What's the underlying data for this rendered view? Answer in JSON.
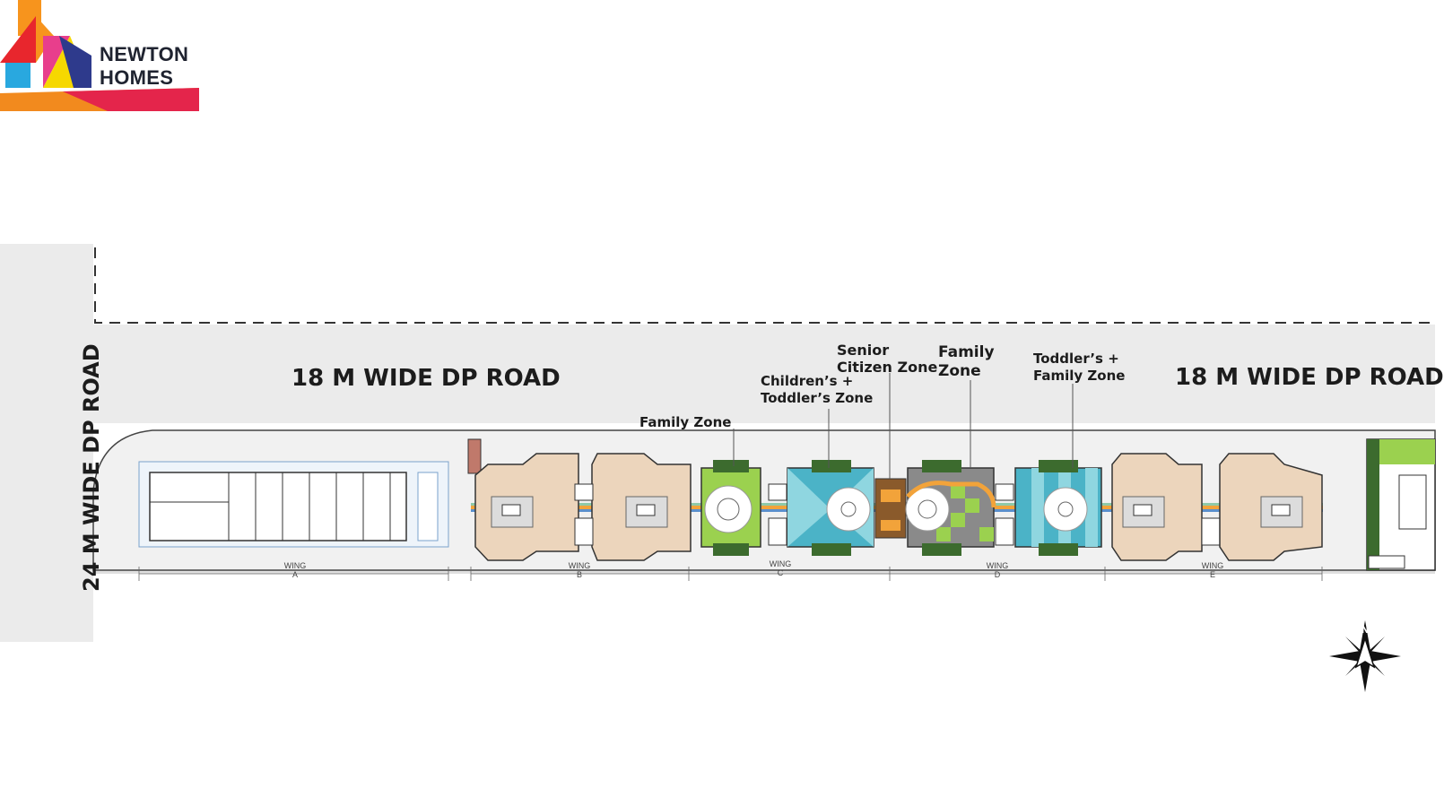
{
  "brand": {
    "name_line1": "NEWTON",
    "name_line2": "HOMES"
  },
  "roads": {
    "top_left": "18 M WIDE DP ROAD",
    "top_right": "18 M WIDE DP ROAD",
    "left": "24 M WIDE DP ROAD"
  },
  "zones": [
    {
      "label_line1": "Family Zone",
      "label_line2": ""
    },
    {
      "label_line1": "Children’s +",
      "label_line2": "Toddler’s Zone"
    },
    {
      "label_line1": "Senior",
      "label_line2": "Citizen Zone"
    },
    {
      "label_line1": "Family",
      "label_line2": "Zone"
    },
    {
      "label_line1": "Toddler’s +",
      "label_line2": "Family Zone"
    }
  ],
  "wings": [
    {
      "label": "WING",
      "letter": "A"
    },
    {
      "label": "WING",
      "letter": "B"
    },
    {
      "label": "WING",
      "letter": "C"
    },
    {
      "label": "WING",
      "letter": "D"
    },
    {
      "label": "WING",
      "letter": "E"
    }
  ],
  "compass": {
    "label": "N"
  },
  "colors": {
    "road": "#ebebeb",
    "building": "#ecd5bc",
    "pathway_orange": "#f2a33a",
    "pathway_blue": "#5b8fcc",
    "green": "#9bd14f",
    "teal": "#4bb3c7"
  }
}
